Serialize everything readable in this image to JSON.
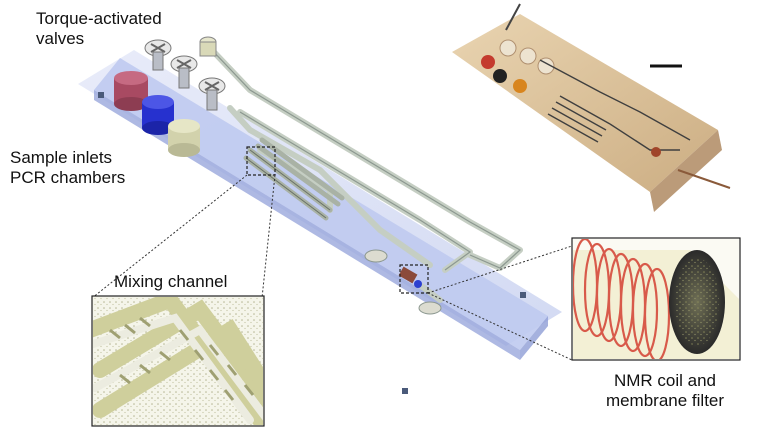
{
  "labels": {
    "valves": "Torque-activated\nvalves",
    "inlets": "Sample inlets\nPCR chambers",
    "mixing": "Mixing channel",
    "nmr": "NMR coil and\nmembrane filter"
  },
  "colors": {
    "chip_glass": "#c9d3f2",
    "chip_top": "#b8c4ee",
    "channel": "#c8d0c8",
    "inlet_red": "#b0506a",
    "inlet_blue": "#2c33d8",
    "inlet_cream": "#d9d9b4",
    "coil": "#d85a4a",
    "membrane": "#3a3a3a",
    "photo_amber": "#d8b890"
  }
}
